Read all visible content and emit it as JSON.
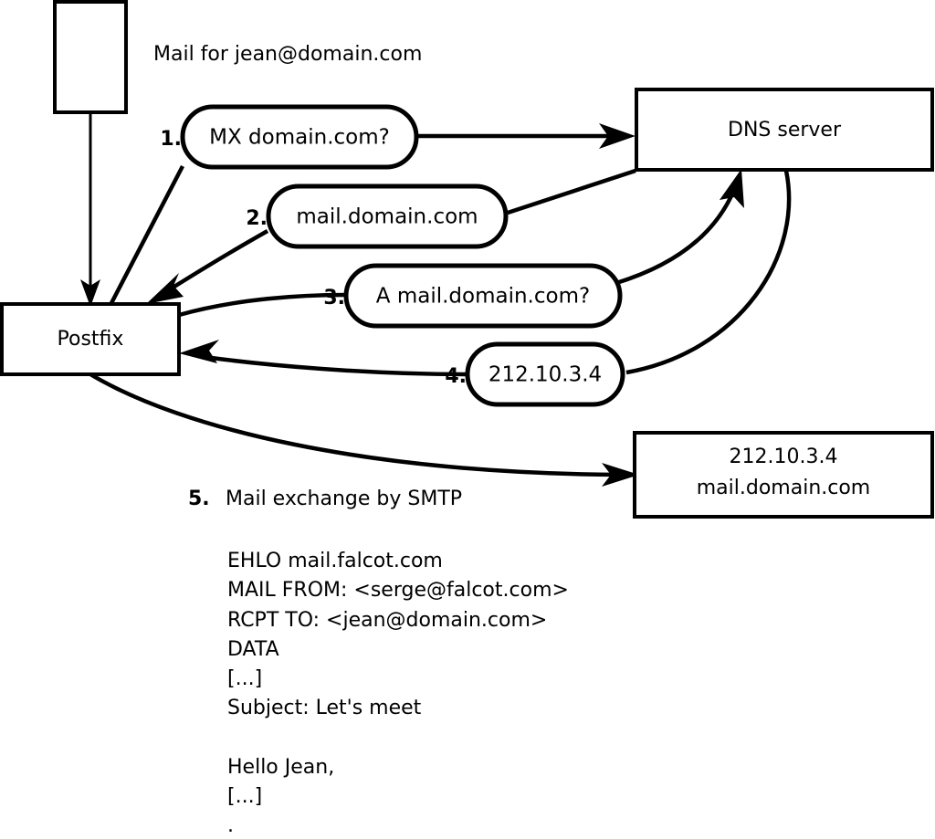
{
  "diagram": {
    "title": "Mail for jean@domain.com",
    "nodes": {
      "client": {
        "label": ""
      },
      "postfix": {
        "label": "Postfix"
      },
      "dns": {
        "label": "DNS server"
      },
      "mailserver": {
        "line1": "212.10.3.4",
        "line2": "mail.domain.com"
      }
    },
    "messages": [
      {
        "step": "1.",
        "text": "MX domain.com?"
      },
      {
        "step": "2.",
        "text": "mail.domain.com"
      },
      {
        "step": "3.",
        "text": "A mail.domain.com?"
      },
      {
        "step": "4.",
        "text": "212.10.3.4"
      }
    ],
    "smtp": {
      "step": "5.",
      "caption": "Mail exchange by SMTP",
      "lines": [
        "EHLO mail.falcot.com",
        "MAIL FROM: <serge@falcot.com>",
        "RCPT TO: <jean@domain.com>",
        "DATA",
        "[...]",
        "Subject: Let's meet",
        "",
        "Hello Jean,",
        "[...]",
        "",
        "."
      ]
    },
    "colors": {
      "stroke": "#000000",
      "fill": "#ffffff",
      "text": "#000000"
    }
  }
}
